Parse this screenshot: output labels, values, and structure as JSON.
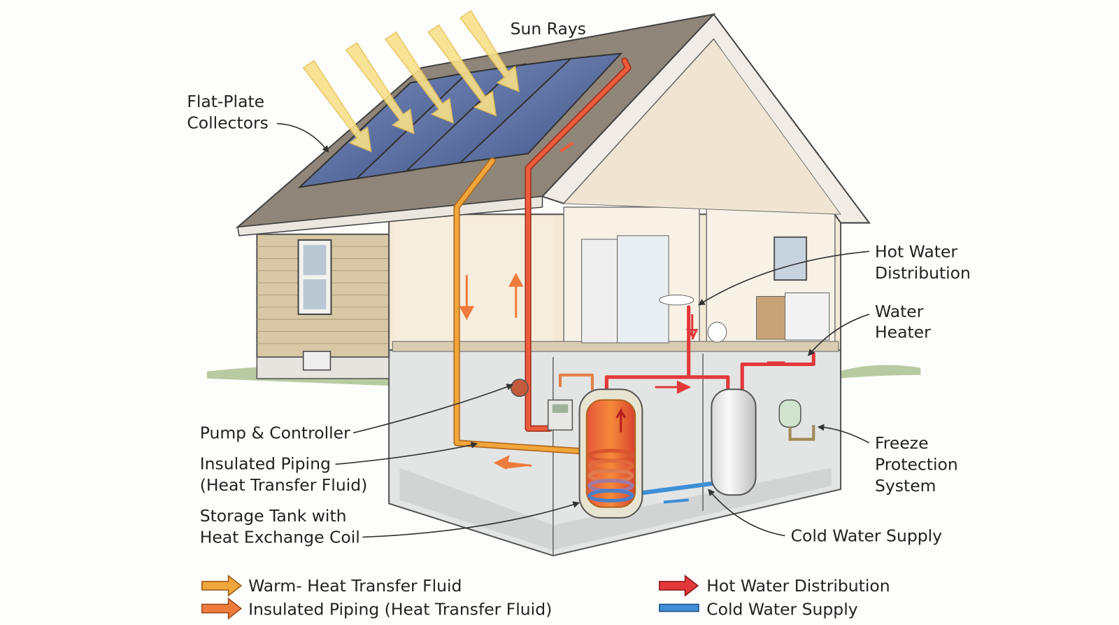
{
  "title": "Solar Water Heating System",
  "labels": {
    "sun_rays": "Sun Rays",
    "collectors": [
      "Flat-Plate",
      "Collectors"
    ],
    "hot_water_distribution": [
      "Hot Water",
      "Distribution"
    ],
    "water_heater": [
      "Water",
      "Heater"
    ],
    "pump_controller": "Pump & Controller",
    "insulated_piping": [
      "Insulated Piping",
      "(Heat Transfer Fluid)"
    ],
    "storage_tank": [
      "Storage Tank with",
      "Heat Exchange Coil"
    ],
    "freeze_protection": [
      "Freeze",
      "Protection",
      "System"
    ],
    "cold_water_supply": "Cold Water Supply"
  },
  "legend": [
    {
      "label": "Warm- Heat Transfer Fluid",
      "color": "#f0a63a",
      "shape": "arrow"
    },
    {
      "label": "Insulated Piping (Heat Transfer Fluid)",
      "color": "#ee7a3c",
      "shape": "arrow"
    },
    {
      "label": "Hot Water Distribution",
      "color": "#e2383a",
      "shape": "arrow"
    },
    {
      "label": "Cold Water Supply",
      "color": "#3d8fd6",
      "shape": "bar"
    }
  ]
}
